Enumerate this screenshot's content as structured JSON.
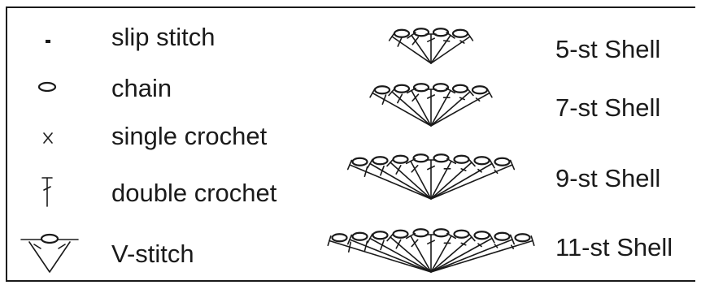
{
  "legend": {
    "items": [
      {
        "symbol": "slip-stitch-dot",
        "label": "slip stitch"
      },
      {
        "symbol": "chain-oval",
        "label": "chain"
      },
      {
        "symbol": "single-crochet-x",
        "label": "single crochet"
      },
      {
        "symbol": "double-crochet-t",
        "label": "double crochet"
      },
      {
        "symbol": "v-stitch",
        "label": "V-stitch"
      }
    ],
    "shells": [
      {
        "stitches": 5,
        "label": "5-st Shell"
      },
      {
        "stitches": 7,
        "label": "7-st Shell"
      },
      {
        "stitches": 9,
        "label": "9-st Shell"
      },
      {
        "stitches": 11,
        "label": "11-st Shell"
      }
    ]
  },
  "colors": {
    "ink": "#1a1a1a",
    "background": "#ffffff"
  }
}
